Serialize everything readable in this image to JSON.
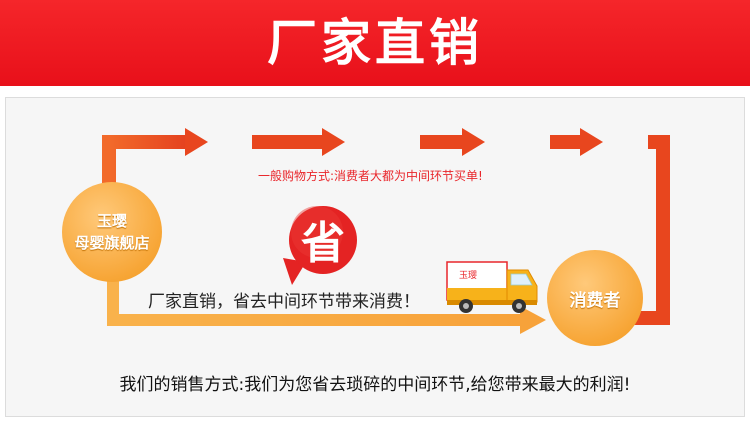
{
  "banner": {
    "title": "厂家直销",
    "color": "#ee1b22"
  },
  "panel": {
    "store_badge": {
      "line1": "玉璎",
      "line2": "母婴旗舰店"
    },
    "consumer_badge": "消费者",
    "normal_route_text": "一般购物方式:消费者大都为中间环节买单!",
    "save_badge": "省",
    "direct_route_text": "厂家直销，省去中间环节带来消费！",
    "truck_label": "玉璎"
  },
  "footer": {
    "text": "我们的销售方式:我们为您省去琐碎的中间环节,给您带来最大的利润!"
  },
  "colors": {
    "route_red": "#e8461e",
    "route_orange": "#f7a63c",
    "accent_red": "#ee1b22"
  },
  "icons": [
    "arrow-right-icon",
    "speech-bubble-icon",
    "delivery-truck-icon"
  ]
}
